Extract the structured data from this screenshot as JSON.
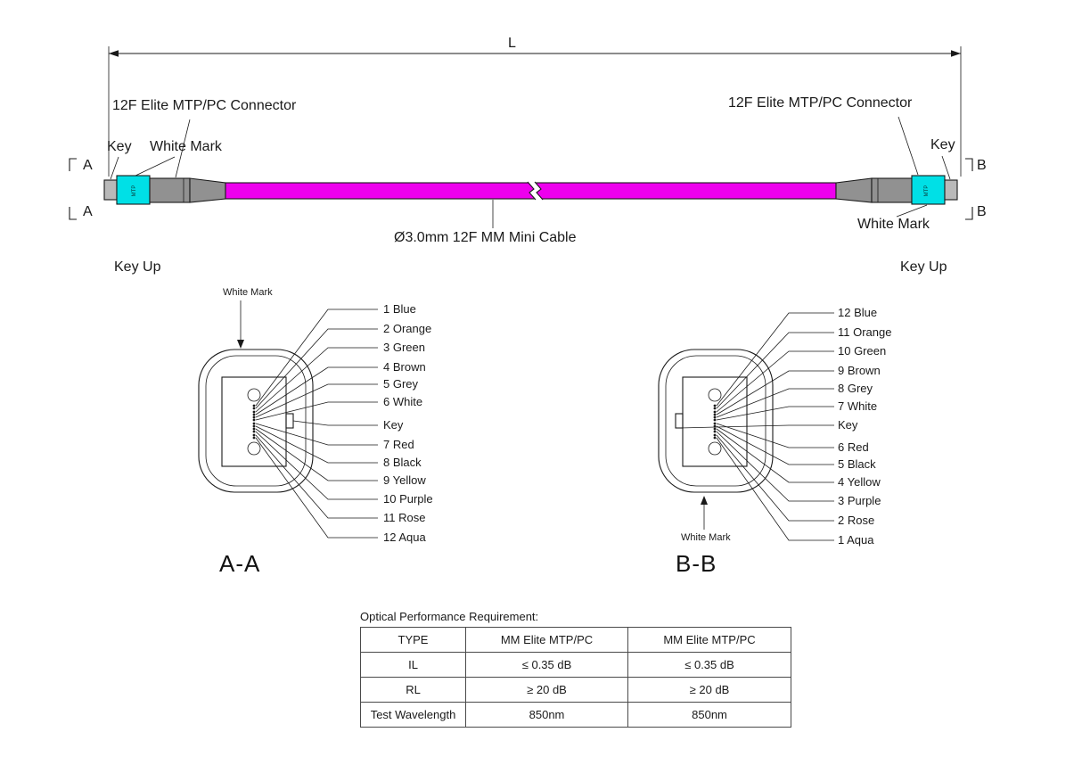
{
  "colors": {
    "cable": "#EE00EE",
    "connector": "#00E0E6",
    "body": "#919191"
  },
  "top_view": {
    "dimension_label": "L",
    "cable_label": "Ø3.0mm 12F MM Mini Cable",
    "connector_marking": "MTP",
    "left": {
      "connector_label": "12F Elite MTP/PC Connector",
      "key_label": "Key",
      "white_mark_label": "White Mark",
      "section_letter": "A",
      "key_up_label": "Key Up"
    },
    "right": {
      "connector_label": "12F Elite MTP/PC Connector",
      "key_label": "Key",
      "white_mark_label": "White Mark",
      "section_letter": "B",
      "key_up_label": "Key Up"
    }
  },
  "section_aa": {
    "title": "A-A",
    "white_mark_label": "White Mark",
    "pin_labels": [
      "1 Blue",
      "2 Orange",
      "3 Green",
      "4 Brown",
      "5 Grey",
      "6 White",
      "Key",
      "7 Red",
      "8 Black",
      "9 Yellow",
      "10 Purple",
      "11 Rose",
      "12 Aqua"
    ]
  },
  "section_bb": {
    "title": "B-B",
    "white_mark_label": "White Mark",
    "pin_labels": [
      "12 Blue",
      "11 Orange",
      "10 Green",
      "9 Brown",
      "8 Grey",
      "7 White",
      "Key",
      "6 Red",
      "5 Black",
      "4 Yellow",
      "3 Purple",
      "2 Rose",
      "1 Aqua"
    ]
  },
  "table": {
    "caption": "Optical Performance Requirement:",
    "rows": [
      [
        "TYPE",
        "MM Elite MTP/PC",
        "MM Elite MTP/PC"
      ],
      [
        "IL",
        "≤ 0.35 dB",
        "≤ 0.35 dB"
      ],
      [
        "RL",
        "≥ 20 dB",
        "≥ 20 dB"
      ],
      [
        "Test Wavelength",
        "850nm",
        "850nm"
      ]
    ]
  }
}
